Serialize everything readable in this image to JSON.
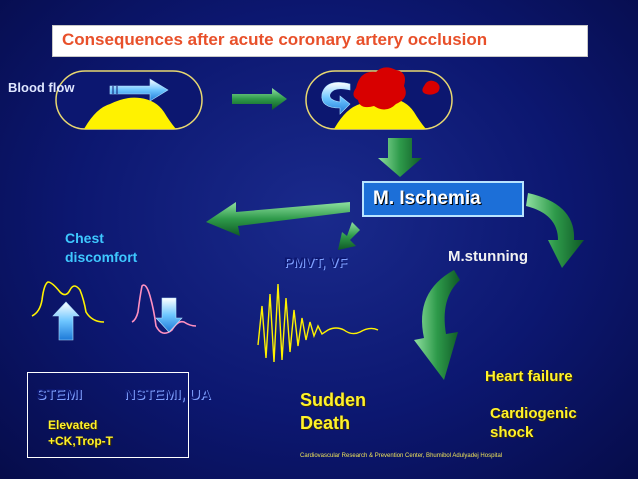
{
  "title": "Consequences after acute coronary artery occlusion",
  "labels": {
    "blood_flow": "Blood flow",
    "ischemia": "M. Ischemia",
    "chest_line1": "Chest",
    "chest_line2": "discomfort",
    "pmvt": "PMVT, VF",
    "stunning": "M.stunning",
    "heart_failure": "Heart failure",
    "sudden_line1": "Sudden",
    "sudden_line2": "Death",
    "cardiogenic_line1": "Cardiogenic",
    "cardiogenic_line2": "shock",
    "stemi": "STEMI",
    "nstemi": "NSTEMI, UA",
    "elevated_line1": "Elevated",
    "elevated_line2": "+CK,Trop-T",
    "footnote": "Cardiovascular Research & Prevention Center, Bhumibol Adulyadej Hospital"
  },
  "colors": {
    "background": "#0c1770",
    "title_text": "#e8502a",
    "arrow_green": "#2e9a4a",
    "label_yellow": "#fff22a",
    "chest_cyan": "#3ec8ff",
    "ischemia_box": "#1c6fd8",
    "plaque": "#fff200",
    "clot": "#d80000"
  }
}
